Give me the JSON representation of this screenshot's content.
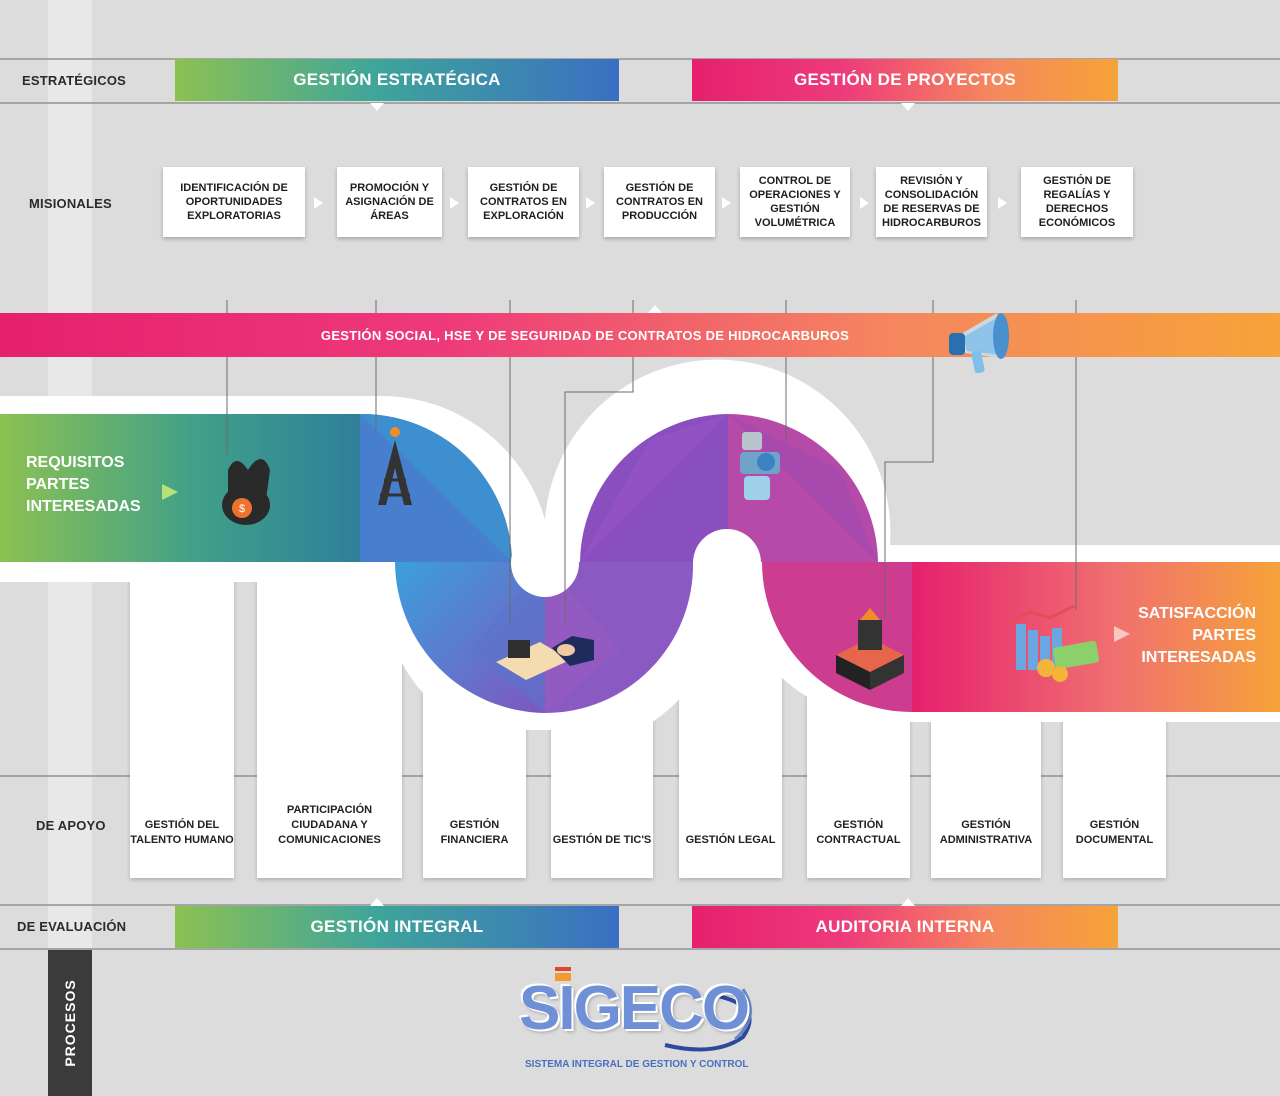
{
  "rows": {
    "estrategicos": "ESTRATÉGICOS",
    "misionales": "MISIONALES",
    "apoyo": "DE APOYO",
    "evaluacion": "DE EVALUACIÓN",
    "procesos": "PROCESOS"
  },
  "strategic": {
    "left": "GESTIÓN ESTRATÉGICA",
    "right": "GESTIÓN DE PROYECTOS"
  },
  "missional": [
    "IDENTIFICACIÓN DE OPORTUNIDADES EXPLORATORIAS",
    "PROMOCIÓN Y ASIGNACIÓN DE ÁREAS",
    "GESTIÓN DE CONTRATOS EN EXPLORACIÓN",
    "GESTIÓN DE CONTRATOS EN PRODUCCIÓN",
    "CONTROL DE OPERACIONES Y GESTIÓN VOLUMÉTRICA",
    "REVISIÓN Y CONSOLIDACIÓN DE RESERVAS DE HIDROCARBUROS",
    "GESTIÓN DE REGALÍAS Y DERECHOS ECONÓMICOS"
  ],
  "social_bar": "GESTIÓN SOCIAL, HSE Y DE SEGURIDAD DE CONTRATOS DE HIDROCARBUROS",
  "left_panel": [
    "REQUISITOS",
    "PARTES",
    "INTERESADAS"
  ],
  "right_panel": [
    "SATISFACCIÓN",
    "PARTES",
    "INTERESADAS"
  ],
  "support": [
    "GESTIÓN DEL TALENTO HUMANO",
    "PARTICIPACIÓN CIUDADANA Y COMUNICACIONES",
    "GESTIÓN FINANCIERA",
    "GESTIÓN DE TIC'S",
    "GESTIÓN LEGAL",
    "GESTIÓN CONTRACTUAL",
    "GESTIÓN ADMINISTRATIVA",
    "GESTIÓN DOCUMENTAL"
  ],
  "evaluation": {
    "left": "GESTIÓN INTEGRAL",
    "right": "AUDITORIA INTERNA"
  },
  "logo": {
    "name": "SIGECO",
    "tagline": "SISTEMA INTEGRAL DE GESTION Y CONTROL"
  },
  "icons": [
    "oil-drop-dollar-icon",
    "oil-rig-icon",
    "valve-icon",
    "contract-signing-icon",
    "refinery-icon",
    "money-chart-icon",
    "megaphone-icon"
  ],
  "colors": {
    "green": "#8cc152",
    "blue": "#3a6fc2",
    "purple": "#9a4fb3",
    "pink": "#e6206e",
    "orange": "#f6a339"
  }
}
